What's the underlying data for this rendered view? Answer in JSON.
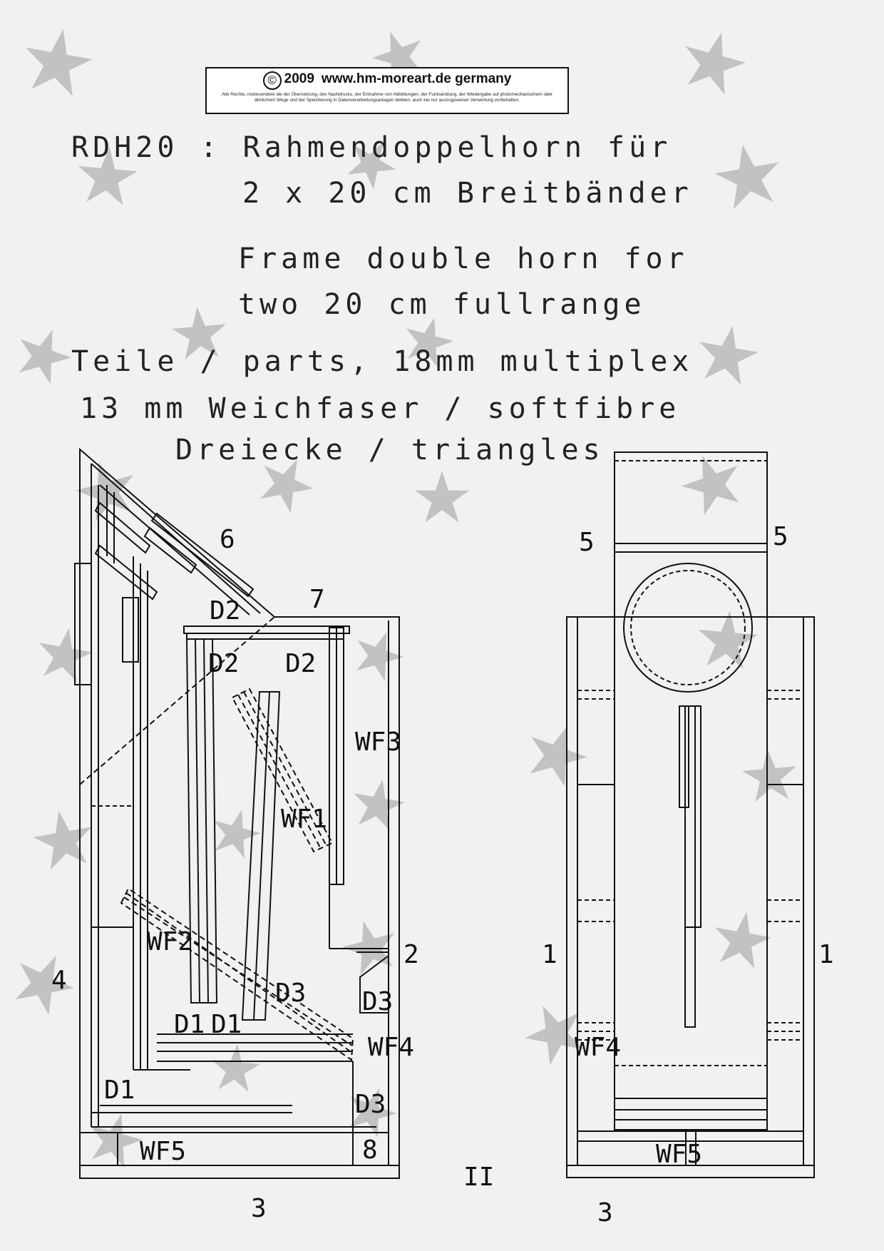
{
  "copyright": {
    "symbol": "©",
    "year": "2009",
    "url": "www.hm-moreart.de",
    "country": "germany",
    "notice": "Alle Rechte, insbesondere die der Übersetzung, des Nachdrucks, der Entnahme von Abbildungen, der Funksendung, der Wiedergabe auf photomechanischem oder ähnlichem Wege und der Speicherung in Datenverarbeitungsanlagen bleiben, auch bei nur auszugsweiser Verwertung vorbehalten."
  },
  "title": {
    "line1": "RDH20 : Rahmendoppelhorn für",
    "line2": "2 x 20 cm Breitbänder",
    "line3": "Frame double horn for",
    "line4": "two 20 cm fullrange"
  },
  "legend": {
    "line1": "Teile / parts, 18mm multiplex",
    "line2": "13 mm Weichfaser / softfibre",
    "line3": "Dreiecke / triangles"
  },
  "side_view_labels": {
    "part6": "6",
    "part7": "7",
    "d2_top": "D2",
    "d2_left": "D2",
    "d2_right": "D2",
    "wf3": "WF3",
    "wf1": "WF1",
    "wf2": "WF2",
    "d3_mid": "D3",
    "part2": "2",
    "d3_right": "D3",
    "part4": "4",
    "d1_a": "D1",
    "d1_b": "D1",
    "wf4": "WF4",
    "d1_low": "D1",
    "d3_low": "D3",
    "wf5": "WF5",
    "part8": "8",
    "part3": "3"
  },
  "front_view_labels": {
    "part5_left": "5",
    "part5_right": "5",
    "part1_left": "1",
    "part1_right": "1",
    "wf4": "WF4",
    "wf5": "WF5",
    "part3": "3"
  },
  "page_marker": "II",
  "colors": {
    "background": "#f1f1ef",
    "lines": "#111111",
    "stars": "#9a9a9a"
  }
}
